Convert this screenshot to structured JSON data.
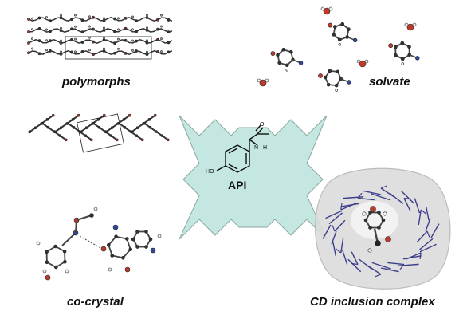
{
  "labels": {
    "polymorphs": "polymorphs",
    "solvate": "solvate",
    "cocrystal": "co-crystal",
    "cd_complex": "CD inclusion complex",
    "api": "API"
  },
  "atom_labels": {
    "o_top": "O",
    "n_top": "N",
    "h_top": "H",
    "ho": "HO"
  },
  "colors": {
    "cross_fill": "#c4e8e1",
    "cross_stroke": "#8aa9a3",
    "carbon": "#333333",
    "hydrogen": "#f2f2f2",
    "oxygen": "#c0392b",
    "nitrogen": "#2e4a9e",
    "cd_stick": "#3b3f8a",
    "cd_surface": "#d9d9d9"
  }
}
